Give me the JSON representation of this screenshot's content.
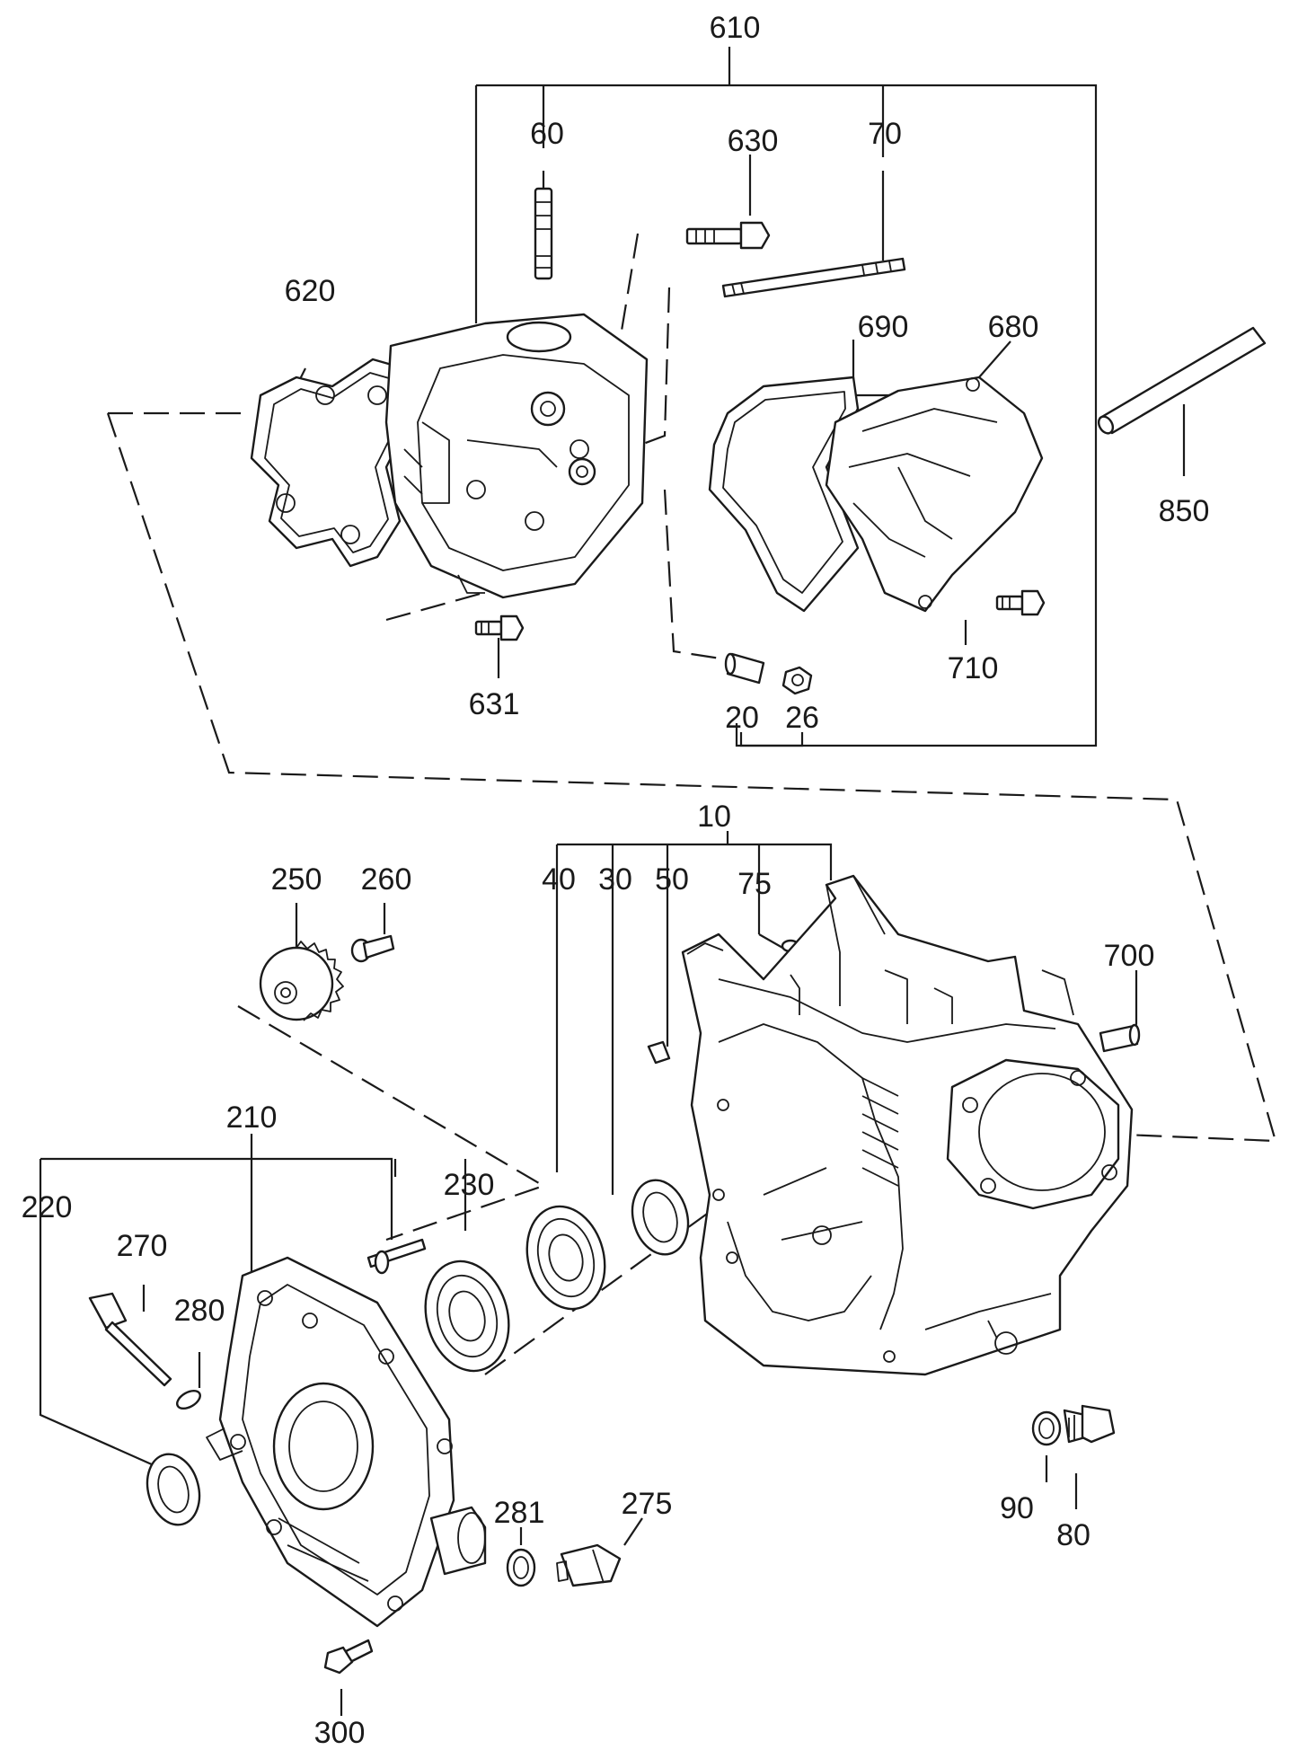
{
  "labels": {
    "l610": "610",
    "l60": "60",
    "l630": "630",
    "l70": "70",
    "l620": "620",
    "l690": "690",
    "l680": "680",
    "l850": "850",
    "l710": "710",
    "l631": "631",
    "l20": "20",
    "l26": "26",
    "l10": "10",
    "l40": "40",
    "l30": "30",
    "l50": "50",
    "l75": "75",
    "l700": "700",
    "l250": "250",
    "l260": "260",
    "l210": "210",
    "l220": "220",
    "l230": "230",
    "l270": "270",
    "l280": "280",
    "l90": "90",
    "l80": "80",
    "l281": "281",
    "l275": "275",
    "l300": "300"
  }
}
